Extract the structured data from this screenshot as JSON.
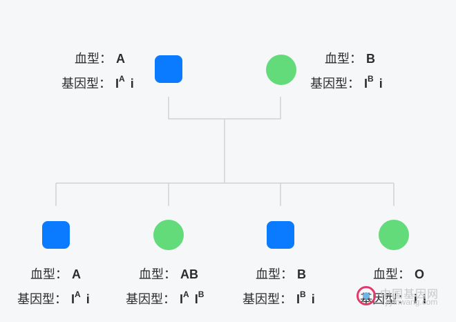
{
  "colors": {
    "male": "#0a7aff",
    "female": "#63db7a",
    "line": "#cfd2d6"
  },
  "labels": {
    "blood_type": "血型：",
    "genotype": "基因型："
  },
  "parents": [
    {
      "sex": "male",
      "blood_type": "A",
      "alleles": [
        {
          "base": "I",
          "sup": "A"
        },
        {
          "base": "i",
          "sup": ""
        }
      ]
    },
    {
      "sex": "female",
      "blood_type": "B",
      "alleles": [
        {
          "base": "I",
          "sup": "B"
        },
        {
          "base": "i",
          "sup": ""
        }
      ]
    }
  ],
  "children": [
    {
      "sex": "male",
      "blood_type": "A",
      "alleles": [
        {
          "base": "I",
          "sup": "A"
        },
        {
          "base": "i",
          "sup": ""
        }
      ]
    },
    {
      "sex": "female",
      "blood_type": "AB",
      "alleles": [
        {
          "base": "I",
          "sup": "A"
        },
        {
          "base": "I",
          "sup": "B"
        }
      ]
    },
    {
      "sex": "male",
      "blood_type": "B",
      "alleles": [
        {
          "base": "I",
          "sup": "B"
        },
        {
          "base": "i",
          "sup": ""
        }
      ]
    },
    {
      "sex": "female",
      "blood_type": "O",
      "alleles": [
        {
          "base": "i",
          "sup": ""
        },
        {
          "base": "i",
          "sup": ""
        }
      ]
    }
  ],
  "watermark": {
    "name": "中国基因网",
    "url": "jiyinwang.com"
  }
}
